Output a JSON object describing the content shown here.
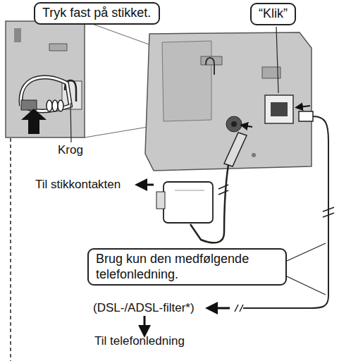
{
  "diagram": {
    "nodes": [
      {
        "text": [
          "Tryk fast på stikket."
        ]
      },
      {
        "text": [
          "“Klik”"
        ]
      },
      {
        "text": [
          "Brug kun den medfølgende telefonledning."
        ]
      }
    ],
    "labels": [
      "Krog",
      "Til stikkontakten",
      "(DSL-/ADSL-filter*)",
      "Til telefonledning"
    ]
  }
}
